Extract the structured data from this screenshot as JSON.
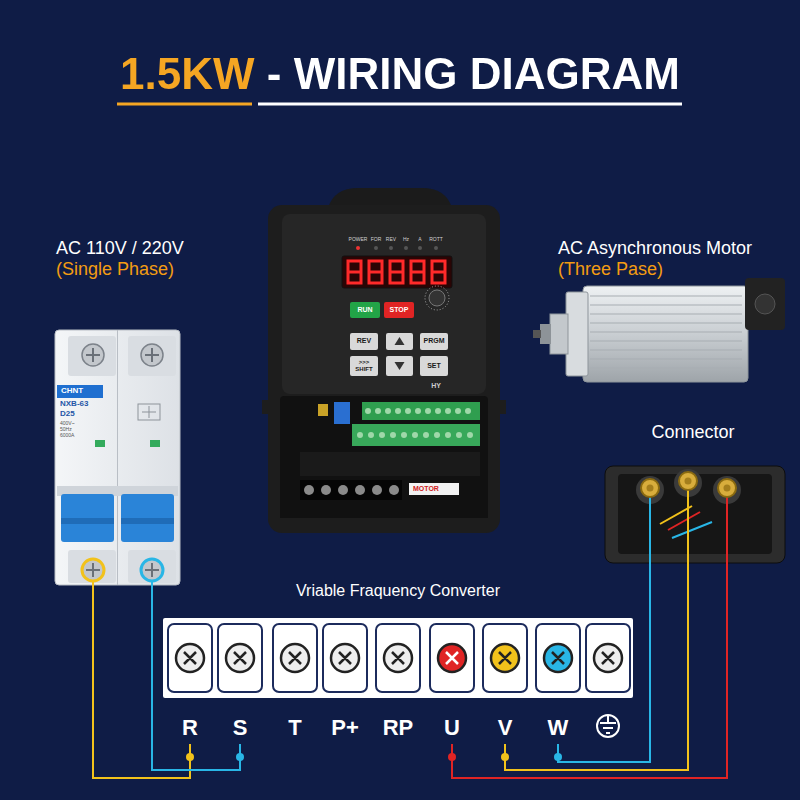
{
  "diagram": {
    "title": "1.5KW - WIRING DIAGRAM",
    "nodes": [
      {
        "text": [
          "AC 110V / 220V",
          "(Single Phase)"
        ]
      },
      {
        "text": [
          "AC Asynchronous Motor",
          "(Three Pase)"
        ]
      },
      {
        "text": [
          "RUN"
        ]
      },
      {
        "text": [
          "STOP"
        ]
      },
      {
        "text": [
          "REV"
        ]
      },
      {
        "text": [
          "PRGM"
        ]
      },
      {
        "text": [
          ">>> SHIFT"
        ]
      },
      {
        "text": [
          "SET"
        ]
      },
      {
        "text": [
          "Connector"
        ]
      },
      {
        "text": [
          "Vriable Fraquency Converter"
        ]
      },
      {
        "text": [
          "R"
        ],
        "in": 9
      },
      {
        "text": [
          "S"
        ],
        "in": 9
      },
      {
        "text": [
          "T"
        ],
        "in": 9
      },
      {
        "text": [
          "P+"
        ],
        "in": 9
      },
      {
        "text": [
          "RP"
        ],
        "in": 9
      },
      {
        "text": [
          "U"
        ],
        "in": 9
      },
      {
        "text": [
          "V"
        ],
        "in": 9
      },
      {
        "text": [
          "W"
        ],
        "in": 9
      }
    ],
    "edges": [
      {
        "from": 0,
        "to": 10,
        "arrow": "none"
      },
      {
        "from": 0,
        "to": 11,
        "arrow": "none"
      },
      {
        "from": 15,
        "to": 8,
        "arrow": "none"
      },
      {
        "from": 16,
        "to": 8,
        "arrow": "none"
      },
      {
        "from": 17,
        "to": 8,
        "arrow": "none"
      }
    ],
    "labels": [
      "POWER",
      "FOR",
      "REV",
      "Hz",
      "A",
      "ROTT",
      "HY",
      "CHNT",
      "NXB-63",
      "D25",
      "400V~",
      "50Hz",
      "6000A",
      "MOTOR"
    ]
  }
}
